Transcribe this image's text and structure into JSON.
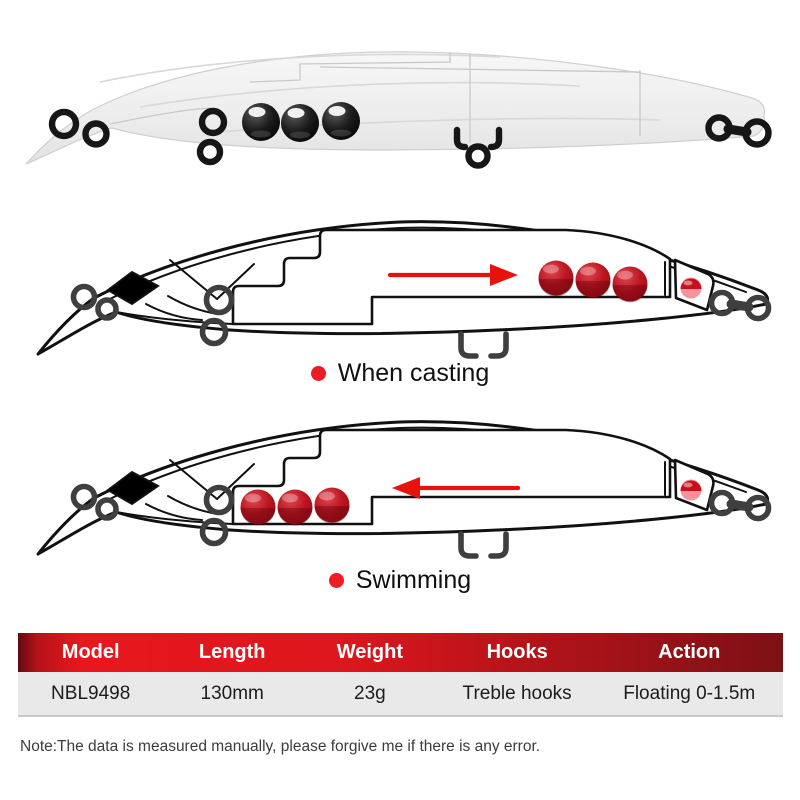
{
  "page": {
    "background": "#ffffff"
  },
  "photo": {
    "name": "Transparent minnow lure with internal black steel balls",
    "ball_count": 3
  },
  "diagrams": {
    "casting": {
      "label": "When casting",
      "arrow_direction": "right",
      "balls_position": "rear"
    },
    "swimming": {
      "label": "Swimming",
      "arrow_direction": "left",
      "balls_position": "front"
    }
  },
  "colors": {
    "accent_red": "#ee1c25",
    "arrow_red": "#e8120c",
    "ball_red": "#b5121c",
    "ball_pink": "#f4939c",
    "lineart_black": "#111111",
    "hardware_gray": "#3f3f3f",
    "photo_hardware": "#161616",
    "photo_ball_black": "#0c0c0c",
    "table_header_bright": "#e8171d",
    "table_header_dark": "#7c1115",
    "table_header_edge": "#5e0b0e",
    "table_header_text": "#ffffff",
    "table_row_bg": "#e9e9e9",
    "table_row_text": "#1c1c1c",
    "note_text": "#3c3c3c"
  },
  "spec_table": {
    "columns": [
      "Model",
      "Length",
      "Weight",
      "Hooks",
      "Action"
    ],
    "rows": [
      [
        "NBL9498",
        "130mm",
        "23g",
        "Treble hooks",
        "Floating 0-1.5m"
      ]
    ]
  },
  "note": "Note:The data is measured manually, please forgive me if there is any error."
}
